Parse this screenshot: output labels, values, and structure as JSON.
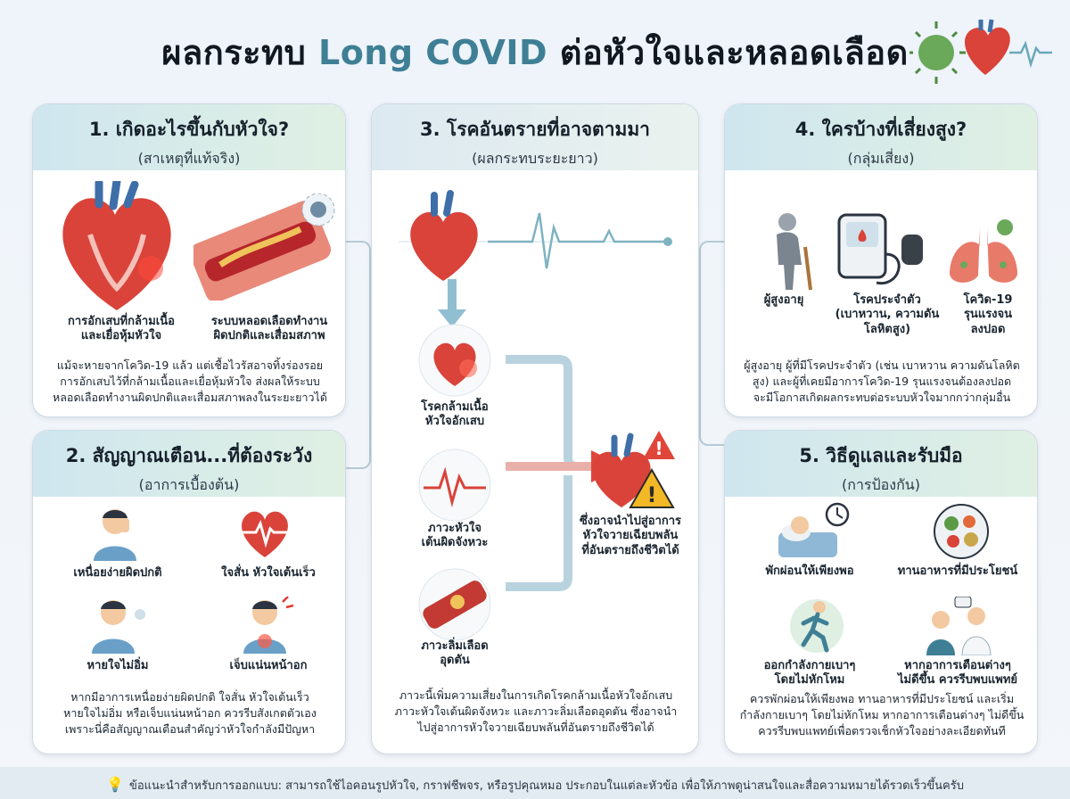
{
  "title": {
    "part1": "ผลกระทบ",
    "part2": "Long COVID",
    "part3": "ต่อหัวใจและหลอดเลือด"
  },
  "card1": {
    "heading": "1. เกิดอะไรขึ้นกับหัวใจ?",
    "subheading": "(สาเหตุที่แท้จริง)",
    "label_left_1": "การอักเสบที่กล้ามเนื้อ",
    "label_left_2": "และเยื่อหุ้มหัวใจ",
    "label_right_1": "ระบบหลอดเลือดทำงาน",
    "label_right_2": "ผิดปกติและเสื่อมสภาพ",
    "para_1": "แม้จะหายจากโควิด-19 แล้ว แต่เชื้อไวรัสอาจทิ้งร่องรอย",
    "para_2": "การอักเสบไว้ที่กล้ามเนื้อและเยื่อหุ้มหัวใจ ส่งผลให้ระบบ",
    "para_3": "หลอดเลือดทำงานผิดปกติและเสื่อมสภาพลงในระยะยาวได้"
  },
  "card2": {
    "heading": "2. สัญญาณเตือน...ที่ต้องระวัง",
    "subheading": "(อาการเบื้องต้น)",
    "sym1": "เหนื่อยง่ายผิดปกติ",
    "sym2": "ใจสั่น หัวใจเต้นเร็ว",
    "sym3": "หายใจไม่อิ่ม",
    "sym4": "เจ็บแน่นหน้าอก",
    "para_1": "หากมีอาการเหนื่อยง่ายผิดปกติ ใจสั่น หัวใจเต้นเร็ว",
    "para_2": "หายใจไม่อิ่ม หรือเจ็บแน่นหน้าอก ควรรีบสังเกตตัวเอง",
    "para_3": "เพราะนี่คือสัญญาณเตือนสำคัญว่าหัวใจกำลังมีปัญหา"
  },
  "card3": {
    "heading": "3. โรคอันตรายที่อาจตามมา",
    "subheading": "(ผลกระทบระยะยาว)",
    "d1_1": "โรคกล้ามเนื้อ",
    "d1_2": "หัวใจอักเสบ",
    "d2_1": "ภาวะหัวใจ",
    "d2_2": "เต้นผิดจังหวะ",
    "d3_1": "ภาวะลิ่มเลือด",
    "d3_2": "อุดตัน",
    "result_1": "ซึ่งอาจนำไปสู่อาการ",
    "result_2": "หัวใจวายเฉียบพลัน",
    "result_3": "ที่อันตรายถึงชีวิตได้",
    "para_1": "ภาวะนี้เพิ่มความเสี่ยงในการเกิดโรคกล้ามเนื้อหัวใจอักเสบ",
    "para_2": "ภาวะหัวใจเต้นผิดจังหวะ และภาวะลิ่มเลือดอุดตัน ซึ่งอาจนำ",
    "para_3": "ไปสู่อาการหัวใจวายเฉียบพลันที่อันตรายถึงชีวิตได้"
  },
  "card4": {
    "heading": "4. ใครบ้างที่เสี่ยงสูง?",
    "subheading": "(กลุ่มเสี่ยง)",
    "g1": "ผู้สูงอายุ",
    "g2_1": "โรคประจำตัว",
    "g2_2": "(เบาหวาน, ความดัน",
    "g2_3": "โลหิตสูง)",
    "g3_1": "โควิด-19",
    "g3_2": "รุนแรงจน",
    "g3_3": "ลงปอด",
    "para_1": "ผู้สูงอายุ ผู้ที่มีโรคประจำตัว (เช่น เบาหวาน ความดันโลหิต",
    "para_2": "สูง) และผู้ที่เคยมีอาการโควิด-19 รุนแรงจนต้องลงปอด",
    "para_3": "จะมีโอกาสเกิดผลกระทบต่อระบบหัวใจมากกว่ากลุ่มอื่น"
  },
  "card5": {
    "heading": "5. วิธีดูแลและรับมือ",
    "subheading": "(การป้องกัน)",
    "c1": "พักผ่อนให้เพียงพอ",
    "c2": "ทานอาหารที่มีประโยชน์",
    "c3_1": "ออกกำลังกายเบาๆ",
    "c3_2": "โดยไม่หักโหม",
    "c4_1": "หากอาการเตือนต่างๆ",
    "c4_2": "ไม่ดีขึ้น ควรรีบพบแพทย์",
    "para_1": "ควรพักผ่อนให้เพียงพอ ทานอาหารที่มีประโยชน์ และเริ่ม",
    "para_2": "กำลังกายเบาๆ โดยไม่หักโหม หากอาการเตือนต่างๆ ไม่ดีขึ้น",
    "para_3": "ควรรีบพบแพทย์เพื่อตรวจเช็กหัวใจอย่างละเอียดทันที"
  },
  "footer": "ข้อแนะนำสำหรับการออกแบบ: สามารถใช้ไอคอนรูปหัวใจ, กราฟชีพจร, หรือรูปคุณหมอ ประกอบในแต่ละหัวข้อ เพื่อให้ภาพดูน่าสนใจและสื่อความหมายได้รวดเร็วขึ้นครับ",
  "colors": {
    "accent": "#3f7f95",
    "heart": "#d9433a",
    "header_start": "#cfe6ef",
    "header_end": "#dff0e3"
  }
}
